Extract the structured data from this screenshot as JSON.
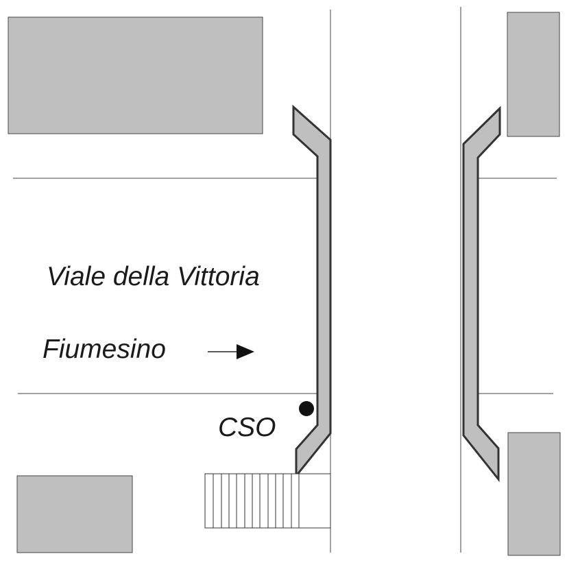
{
  "labels": {
    "street_name": "Viale della Vittoria",
    "direction": "Fiumesino",
    "cso": "CSO"
  },
  "colors": {
    "building_fill": "#c0bfc0",
    "outline": "#333333",
    "line": "#444444",
    "marker": "#111111"
  },
  "icons": {
    "direction_arrow": "right-arrow-icon",
    "cso_marker": "filled-circle-marker"
  }
}
